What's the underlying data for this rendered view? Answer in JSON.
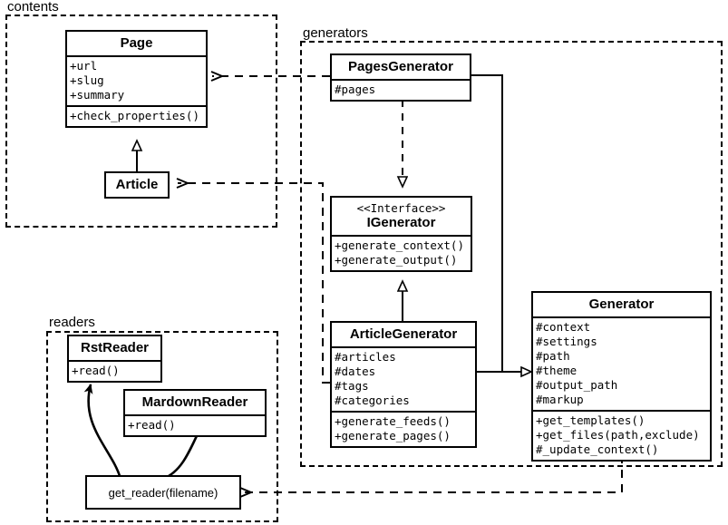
{
  "diagram": {
    "kind": "uml-class-diagram",
    "background": "#ffffff",
    "line_color": "#000000"
  },
  "packages": [
    {
      "name": "contents",
      "label": "contents"
    },
    {
      "name": "generators",
      "label": "generators"
    },
    {
      "name": "readers",
      "label": "readers"
    }
  ],
  "classes": {
    "page": {
      "title": "Page",
      "attributes": [
        "+url",
        "+slug",
        "+summary"
      ],
      "operations": [
        "+check_properties()"
      ]
    },
    "article": {
      "title": "Article",
      "attributes": [],
      "operations": []
    },
    "pages_generator": {
      "title": "PagesGenerator",
      "attributes": [
        "#pages"
      ],
      "operations": []
    },
    "igenerator": {
      "stereotype": "<<Interface>>",
      "title": "IGenerator",
      "attributes": [],
      "operations": [
        "+generate_context()",
        "+generate_output()"
      ]
    },
    "article_generator": {
      "title": "ArticleGenerator",
      "attributes": [
        "#articles",
        "#dates",
        "#tags",
        "#categories"
      ],
      "operations": [
        "+generate_feeds()",
        "+generate_pages()"
      ]
    },
    "generator": {
      "title": "Generator",
      "attributes": [
        "#context",
        "#settings",
        "#path",
        "#theme",
        "#output_path",
        "#markup"
      ],
      "operations": [
        "+get_templates()",
        "+get_files(path,exclude)",
        "#_update_context()"
      ]
    },
    "rst_reader": {
      "title": "RstReader",
      "attributes": [],
      "operations": [
        "+read()"
      ]
    },
    "mardown_reader": {
      "title": "MardownReader",
      "attributes": [],
      "operations": [
        "+read()"
      ]
    },
    "get_reader": {
      "title": "get_reader(filename)"
    }
  },
  "relationships": [
    {
      "from": "article",
      "to": "page",
      "type": "generalization"
    },
    {
      "from": "pages_generator",
      "to": "igenerator",
      "type": "realization"
    },
    {
      "from": "article_generator",
      "to": "igenerator",
      "type": "generalization"
    },
    {
      "from": "pages_generator",
      "to": "generator",
      "type": "generalization"
    },
    {
      "from": "article_generator",
      "to": "generator",
      "type": "generalization"
    },
    {
      "from": "pages_generator",
      "to": "page",
      "type": "dependency"
    },
    {
      "from": "article_generator",
      "to": "article",
      "type": "dependency"
    },
    {
      "from": "generator",
      "to": "get_reader",
      "type": "dependency"
    },
    {
      "from": "get_reader",
      "to": "rst_reader",
      "type": "association"
    },
    {
      "from": "get_reader",
      "to": "mardown_reader",
      "type": "association"
    }
  ]
}
